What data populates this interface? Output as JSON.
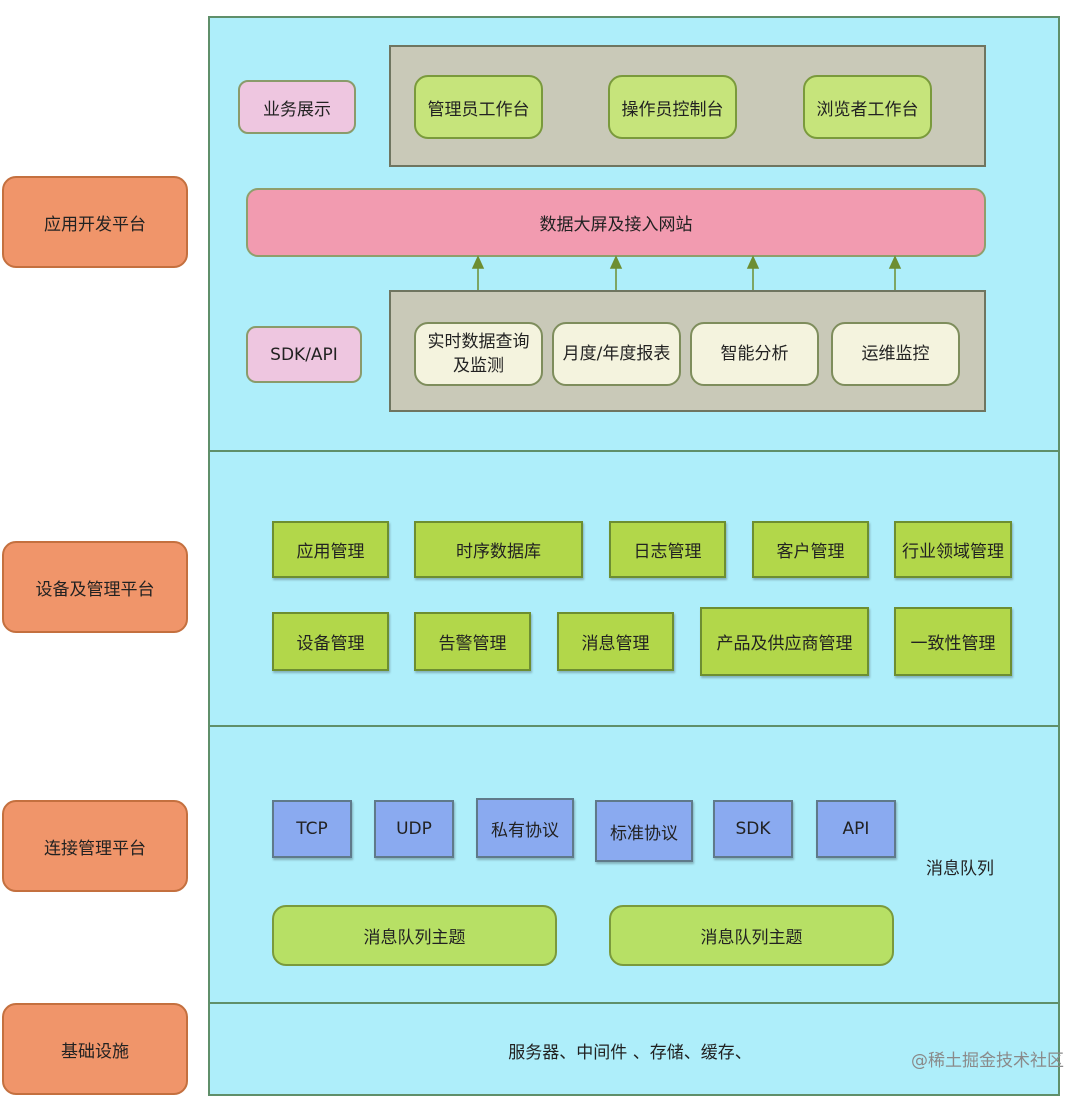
{
  "platforms": {
    "app_dev": "应用开发平台",
    "device_mgmt": "设备及管理平台",
    "connection": "连接管理平台",
    "infra": "基础设施"
  },
  "app_layer": {
    "business_display": "业务展示",
    "workbenches": [
      "管理员工作台",
      "操作员控制台",
      "浏览者工作台"
    ],
    "banner": "数据大屏及接入网站",
    "sdk_api": "SDK/API",
    "services": [
      "实时数据查询\n及监测",
      "月度/年度报表",
      "智能分析",
      "运维监控"
    ]
  },
  "device_layer": {
    "row1": [
      "应用管理",
      "时序数据库",
      "日志管理",
      "客户管理",
      "行业领域管理"
    ],
    "row2": [
      "设备管理",
      "告警管理",
      "消息管理",
      "产品及供应商管理",
      "一致性管理"
    ]
  },
  "connection_layer": {
    "protocols": [
      "TCP",
      "UDP",
      "私有协议",
      "标准协议",
      "SDK",
      "API"
    ],
    "queue_label": "消息队列",
    "topics": [
      "消息队列主题",
      "消息队列主题"
    ]
  },
  "infra_layer": {
    "text": "服务器、中间件 、存储、缓存、"
  },
  "watermark": "@稀土掘金技术社区",
  "colors": {
    "platform_label": "#f0956a",
    "panel": "#aeeefa",
    "banner": "#f29bb0",
    "module_green": "#b2d74a",
    "protocol_blue": "#8aaaf0"
  }
}
